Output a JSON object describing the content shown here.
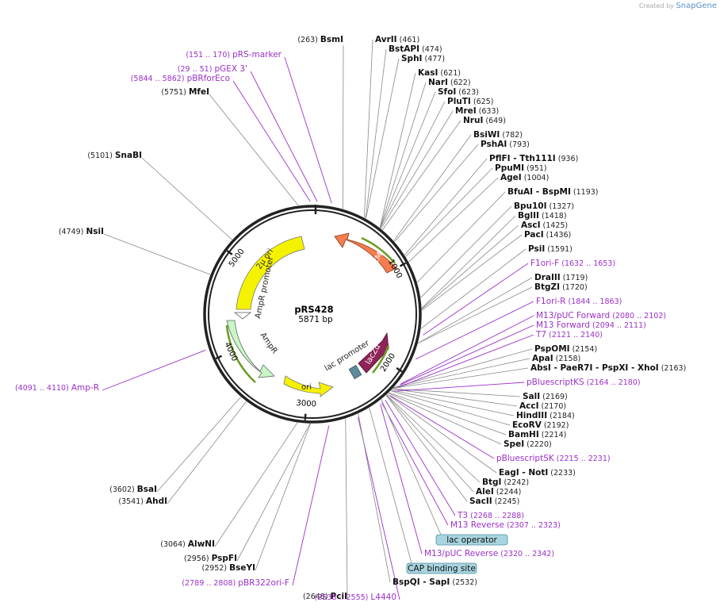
{
  "credit": {
    "prefix": "Created by",
    "brand": "SnapGene"
  },
  "plasmid": {
    "name": "pRS428",
    "size": "5871 bp",
    "length": 5871
  },
  "ticks": [
    {
      "label": "1000",
      "bp": 1000
    },
    {
      "label": "2000",
      "bp": 2000
    },
    {
      "label": "3000",
      "bp": 3000
    },
    {
      "label": "4000",
      "bp": 4000
    },
    {
      "label": "5000",
      "bp": 5000
    }
  ],
  "features": [
    {
      "name": "natMX6",
      "color": "#f47c4f",
      "type": "arrow"
    },
    {
      "name": "2μ ori",
      "color": "#f5f200",
      "type": "arc"
    },
    {
      "name": "AmpR promoter",
      "color": "#ffffff",
      "type": "text"
    },
    {
      "name": "AmpR",
      "color": "#c8f7c5",
      "type": "arrow"
    },
    {
      "name": "ori",
      "color": "#f5f200",
      "type": "arrow"
    },
    {
      "name": "lac promoter",
      "color": "#ffffff",
      "type": "text"
    },
    {
      "name": "lacZα",
      "color": "#8e2457",
      "type": "arrow"
    }
  ],
  "left_labels": [
    {
      "enzyme": "BsmI",
      "pos": "(263)"
    },
    {
      "enzyme": "MfeI",
      "pos": "(5751)"
    },
    {
      "enzyme": "SnaBI",
      "pos": "(5101)"
    },
    {
      "enzyme": "NsiI",
      "pos": "(4749)"
    },
    {
      "enzyme": "BsaI",
      "pos": "(3602)"
    },
    {
      "enzyme": "AhdI",
      "pos": "(3541)"
    },
    {
      "enzyme": "AlwNI",
      "pos": "(3064)"
    },
    {
      "enzyme": "PspFI",
      "pos": "(2956)"
    },
    {
      "enzyme": "BseYI",
      "pos": "(2952)"
    },
    {
      "enzyme": "PciI",
      "pos": "(2648)"
    }
  ],
  "left_primers": [
    {
      "name": "pRS-marker",
      "range": "(151 .. 170)"
    },
    {
      "name": "pGEX 3'",
      "range": "(29 .. 51)"
    },
    {
      "name": "pBRforEco",
      "range": "(5844 .. 5862)"
    },
    {
      "name": "Amp-R",
      "range": "(4091 .. 4110)"
    },
    {
      "name": "pBR322ori-F",
      "range": "(2789 .. 2808)"
    },
    {
      "name": "L4440",
      "range": "(2538 .. 2555)"
    }
  ],
  "right_labels": [
    {
      "enzyme": "AvrII",
      "pos": "(461)"
    },
    {
      "enzyme": "BstAPI",
      "pos": "(474)"
    },
    {
      "enzyme": "SphI",
      "pos": "(477)"
    },
    {
      "enzyme": "KasI",
      "pos": "(621)"
    },
    {
      "enzyme": "NarI",
      "pos": "(622)"
    },
    {
      "enzyme": "SfoI",
      "pos": "(623)"
    },
    {
      "enzyme": "PluTI",
      "pos": "(625)"
    },
    {
      "enzyme": "MreI",
      "pos": "(633)"
    },
    {
      "enzyme": "NruI",
      "pos": "(649)"
    },
    {
      "enzyme": "BsiWI",
      "pos": "(782)"
    },
    {
      "enzyme": "PshAI",
      "pos": "(793)"
    },
    {
      "enzyme": "PflFI  - Tth111I",
      "pos": "(936)"
    },
    {
      "enzyme": "PpuMI",
      "pos": "(951)"
    },
    {
      "enzyme": "AgeI",
      "pos": "(1004)"
    },
    {
      "enzyme": "BfuAI  - BspMI",
      "pos": "(1193)"
    },
    {
      "enzyme": "Bpu10I",
      "pos": "(1327)"
    },
    {
      "enzyme": "BglII",
      "pos": "(1418)"
    },
    {
      "enzyme": "AscI",
      "pos": "(1425)"
    },
    {
      "enzyme": "PacI",
      "pos": "(1436)"
    },
    {
      "enzyme": "PsiI",
      "pos": "(1591)"
    },
    {
      "enzyme": "DraIII",
      "pos": "(1719)"
    },
    {
      "enzyme": "BtgZI",
      "pos": "(1720)"
    },
    {
      "enzyme": "PspOMI",
      "pos": "(2154)"
    },
    {
      "enzyme": "ApaI",
      "pos": "(2158)"
    },
    {
      "enzyme": "AbsI  - PaeR7I  - PspXI  - XhoI",
      "pos": "(2163)"
    },
    {
      "enzyme": "SalI",
      "pos": "(2169)"
    },
    {
      "enzyme": "AccI",
      "pos": "(2170)"
    },
    {
      "enzyme": "HindIII",
      "pos": "(2184)"
    },
    {
      "enzyme": "EcoRV",
      "pos": "(2192)"
    },
    {
      "enzyme": "BamHI",
      "pos": "(2214)"
    },
    {
      "enzyme": "SpeI",
      "pos": "(2220)"
    },
    {
      "enzyme": "EagI  - NotI",
      "pos": "(2233)"
    },
    {
      "enzyme": "BtgI",
      "pos": "(2242)"
    },
    {
      "enzyme": "AleI",
      "pos": "(2244)"
    },
    {
      "enzyme": "SacII",
      "pos": "(2245)"
    },
    {
      "enzyme": "BspQI  - SapI",
      "pos": "(2532)"
    }
  ],
  "right_primers": [
    {
      "name": "F1ori-F",
      "range": "(1632 .. 1653)"
    },
    {
      "name": "F1ori-R",
      "range": "(1844 .. 1863)"
    },
    {
      "name": "M13/pUC Forward",
      "range": "(2080 .. 2102)"
    },
    {
      "name": "M13 Forward",
      "range": "(2094 .. 2111)"
    },
    {
      "name": "T7",
      "range": "(2121 .. 2140)"
    },
    {
      "name": "pBluescriptKS",
      "range": "(2164 .. 2180)"
    },
    {
      "name": "pBluescriptSK",
      "range": "(2215 .. 2231)"
    },
    {
      "name": "T3",
      "range": "(2268 .. 2288)"
    },
    {
      "name": "M13 Reverse",
      "range": "(2307 .. 2323)"
    },
    {
      "name": "M13/pUC Reverse",
      "range": "(2320 .. 2342)"
    }
  ],
  "boxed": [
    {
      "name": "lac operator"
    },
    {
      "name": "CAP binding site"
    }
  ]
}
